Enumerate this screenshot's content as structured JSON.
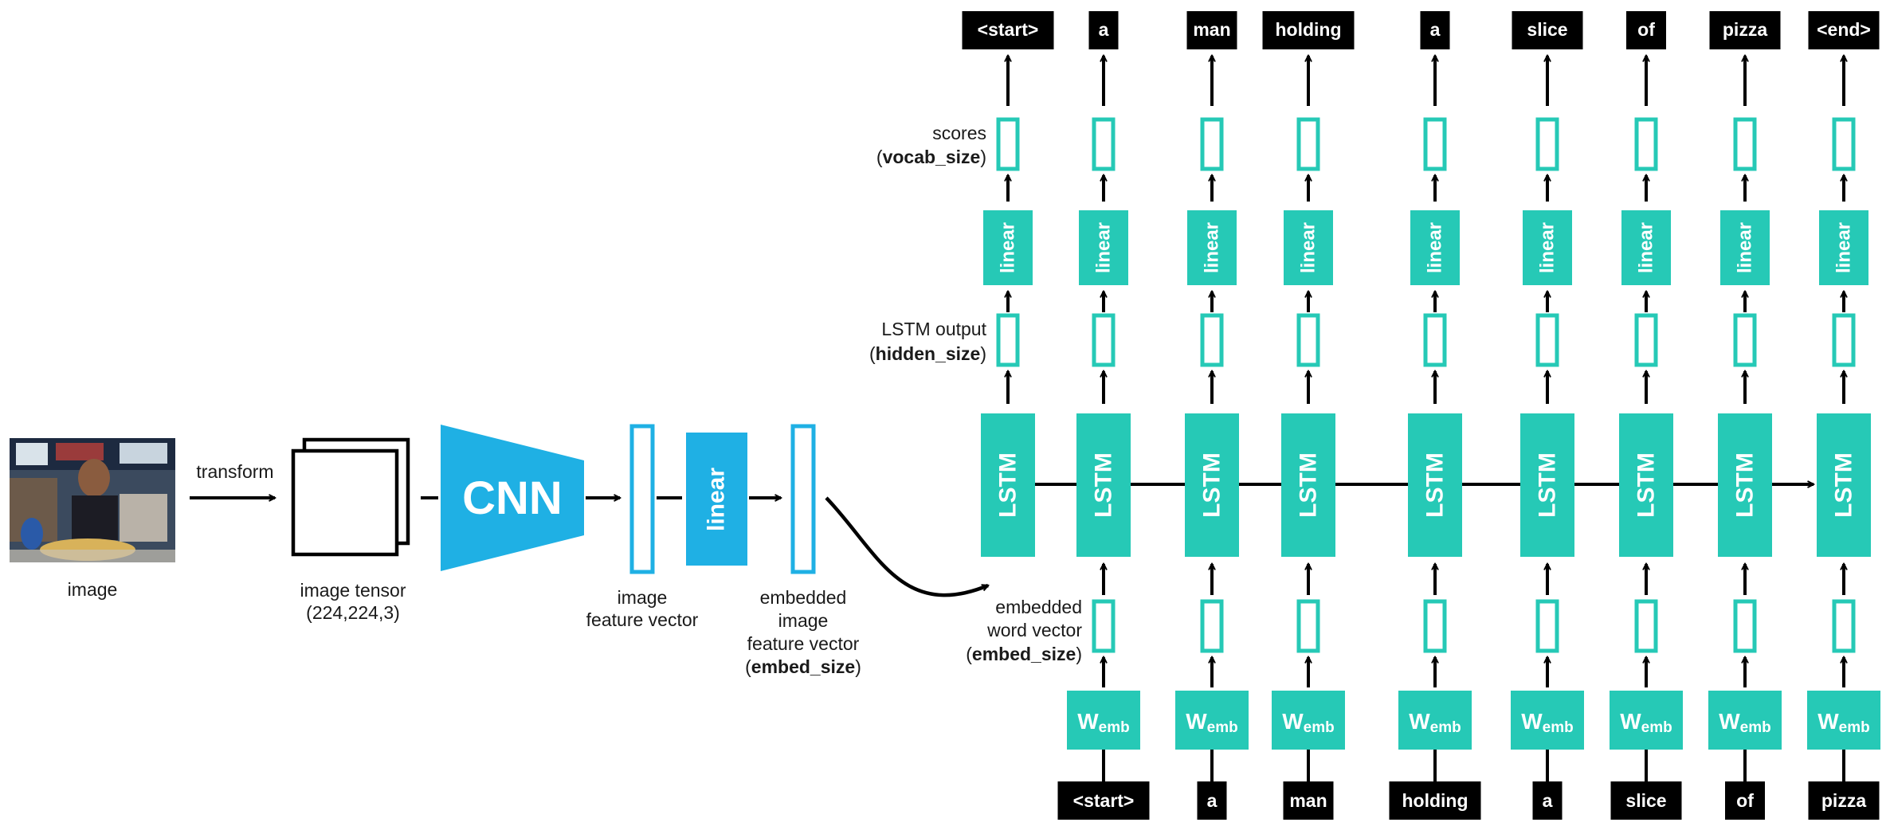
{
  "colors": {
    "teal": "#26c9b6",
    "blue": "#1fb0e4",
    "black": "#000000"
  },
  "input": {
    "photo_description": "photo",
    "image_label": "image",
    "transform_label": "transform",
    "tensor_label": "image tensor",
    "tensor_shape": "(224,224,3)",
    "cnn_label": "CNN",
    "feature_label_1": "image",
    "feature_label_2": "feature vector",
    "linear_label": "linear",
    "embedded_label_1": "embedded",
    "embedded_label_2": "image",
    "embedded_label_3": "feature vector",
    "embedded_size_pre": "(",
    "embedded_size": "embed_size",
    "embedded_size_post": ")"
  },
  "rnn": {
    "lstm_label": "LSTM",
    "linear_label": "linear",
    "wemb_main": "W",
    "wemb_sub": "emb",
    "scores_label": "scores",
    "scores_size_pre": "(",
    "scores_size": "vocab_size",
    "scores_size_post": ")",
    "lstm_out_label": "LSTM output",
    "lstm_out_size_pre": "(",
    "lstm_out_size": "hidden_size",
    "lstm_out_size_post": ")",
    "word_vec_label_1": "embedded",
    "word_vec_label_2": "word vector",
    "word_vec_size_pre": "(",
    "word_vec_size": "embed_size",
    "word_vec_size_post": ")",
    "output_tokens": [
      "<start>",
      "a",
      "man",
      "holding",
      "a",
      "slice",
      "of",
      "pizza",
      "<end>"
    ],
    "input_tokens": [
      "",
      "<start>",
      "a",
      "man",
      "holding",
      "a",
      "slice",
      "of",
      "pizza"
    ]
  }
}
